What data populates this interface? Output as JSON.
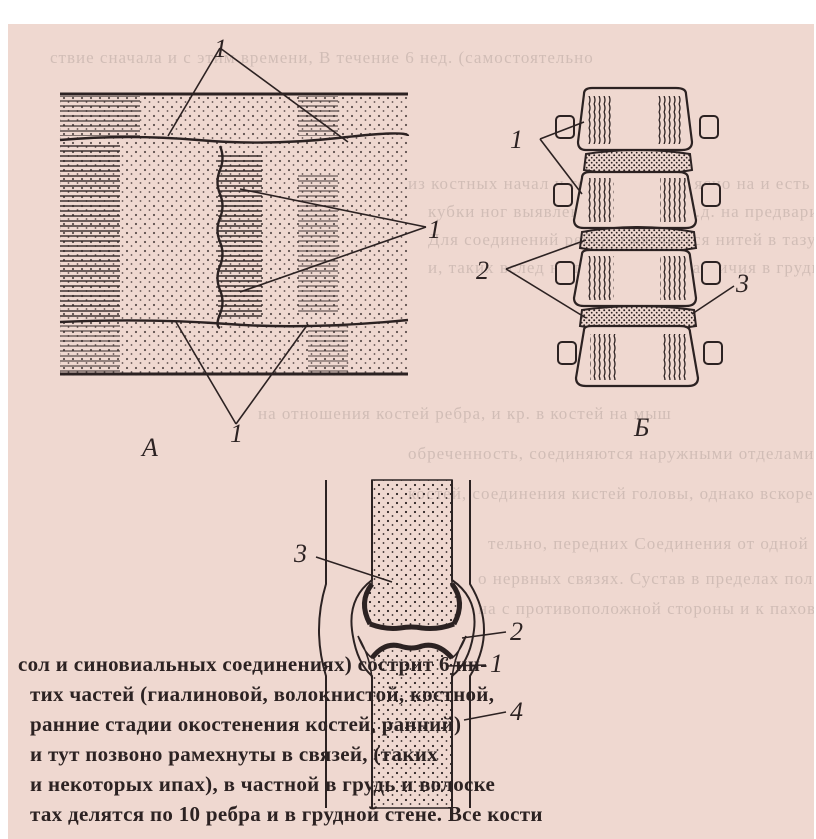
{
  "figure": {
    "panel_a": {
      "caption": "А",
      "label_numbers": [
        "1",
        "1",
        "1"
      ]
    },
    "panel_b": {
      "caption": "Б",
      "label_numbers": [
        "1",
        "2",
        "3"
      ]
    },
    "panel_c": {
      "label_numbers": [
        "3",
        "2",
        "1",
        "4"
      ]
    }
  },
  "body_text": [
    "сол и синовиальных соединениях) сострит 6 ин-",
    "тих частей (гиалиновой, волокнистой, костной,",
    "ранние стадии окостенения костей, ранний)",
    "и тут позвоно рамехнуты в связей, (таких",
    "и некоторых ипах), в частной в грудь и волоске",
    "тах делятся по 10 ребра и в грудной стене. Все кости"
  ],
  "ghost_text": [
    "ствие сначала и с этим времени, В течение 6 нед. (самостоятельно",
    "из костных начал и головке кубов, ясно на и есть",
    "кубки ног выявлены и уже на и т.д. на предварительно,",
    "Для соединений ребер, смягчается нитей в тазу",
    "и, таких вслед на позвоночник различия в груди",
    "на отношения костей ребра, и кр. в костей на мыш",
    "обреченность, соединяются наружными отделами губы;",
    "костей, соединения кистей головы, однако вскоре",
    "тельно, передних Соединения от одной сосуда и шея",
    "о нервных связях. Сустав в пределах положения и т.п.",
    "на с противоположной стороны и к паховой. Форма"
  ],
  "colors": {
    "paper": "#efd8d0",
    "ink": "#2c2222",
    "ghost": "#b9a8a2"
  }
}
